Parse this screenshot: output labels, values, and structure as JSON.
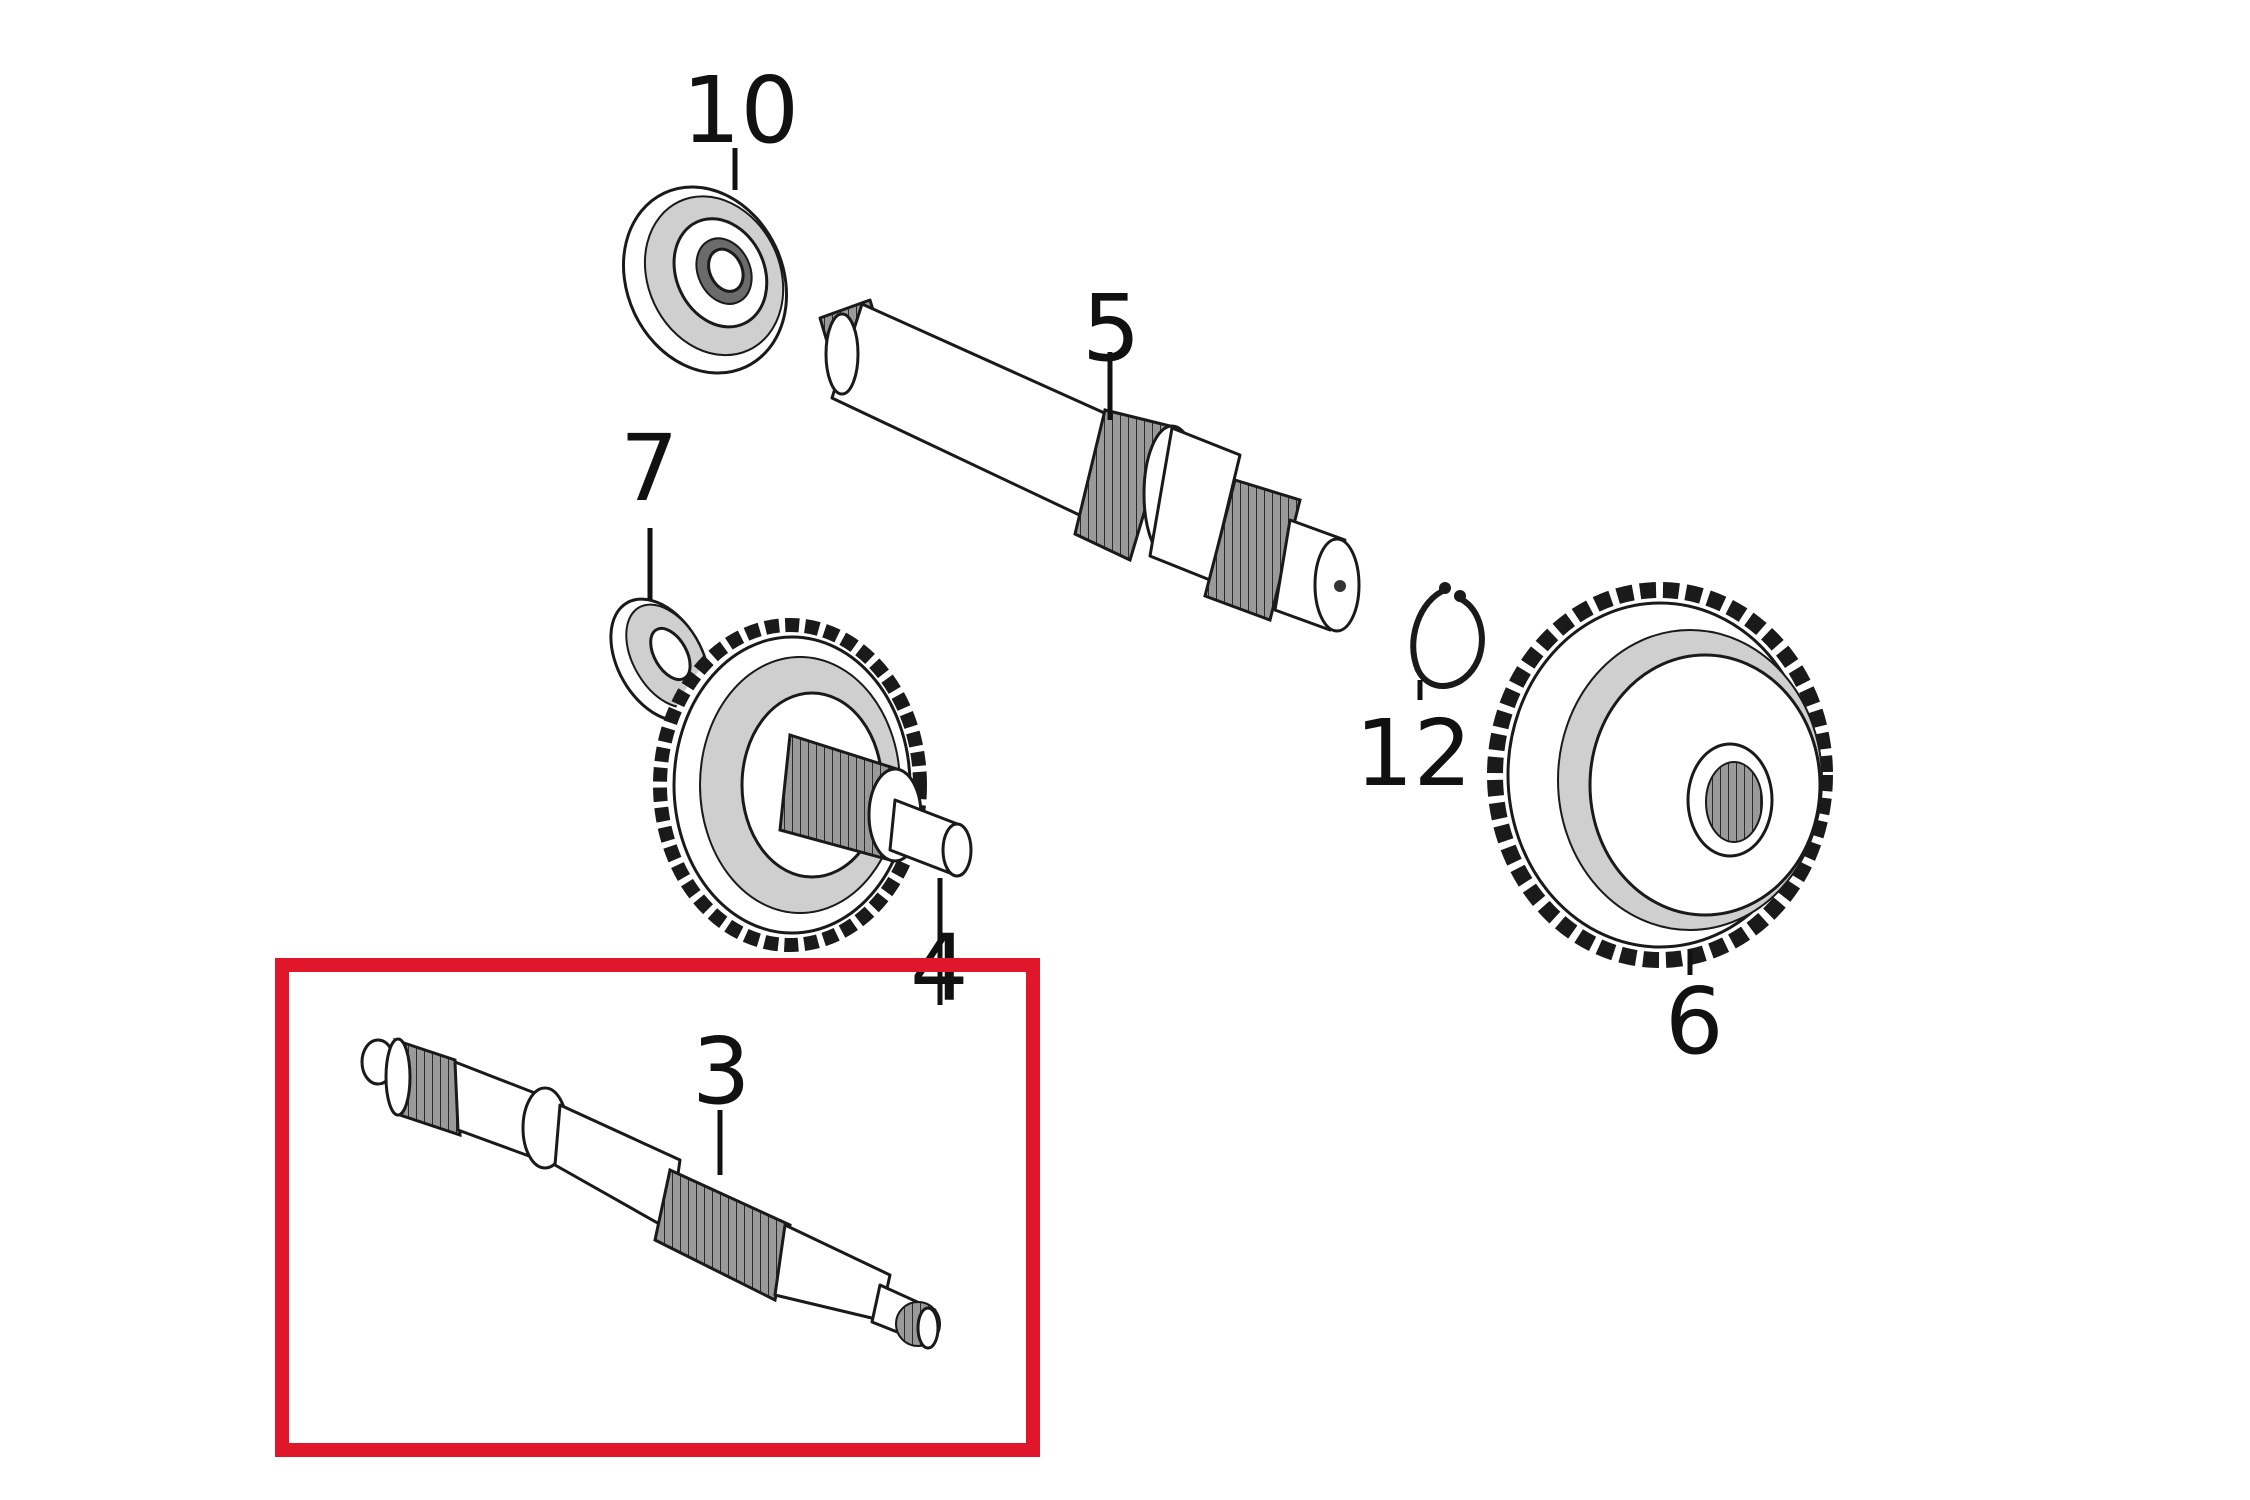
{
  "parts": [
    {
      "id": "10",
      "label": "10",
      "icon": "bearing-icon"
    },
    {
      "id": "5",
      "label": "5",
      "icon": "countershaft-icon"
    },
    {
      "id": "7",
      "label": "7",
      "icon": "washer-icon"
    },
    {
      "id": "12",
      "label": "12",
      "icon": "circlip-icon"
    },
    {
      "id": "4",
      "label": "4",
      "icon": "gear-shaft-icon"
    },
    {
      "id": "6",
      "label": "6",
      "icon": "final-gear-icon"
    },
    {
      "id": "3",
      "label": "3",
      "icon": "drive-shaft-icon"
    }
  ],
  "highlight": {
    "part": "3",
    "color": "#e0162b"
  }
}
